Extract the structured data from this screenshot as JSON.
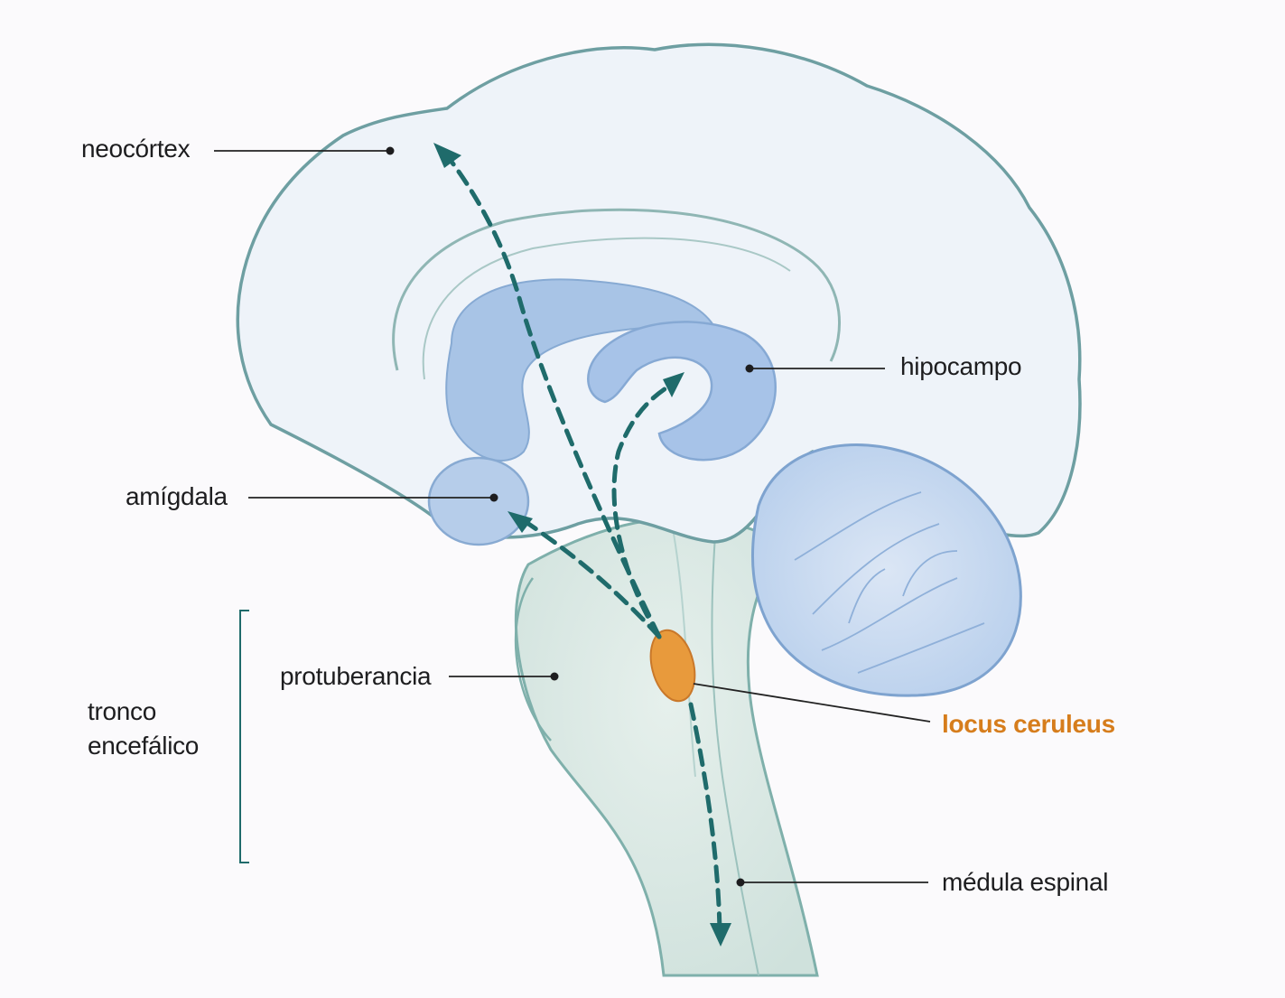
{
  "labels": {
    "neocortex": "neocórtex",
    "hipocampo": "hipocampo",
    "amigdala": "amígdala",
    "protuberancia": "protuberancia",
    "tronco_line1": "tronco",
    "tronco_line2": "encefálico",
    "locus": "locus ceruleus",
    "medula": "médula espinal"
  },
  "colors": {
    "outline": "#6ea3a3",
    "brain_fill": "#eaf0f8",
    "limbic_fill": "#a9c5e8",
    "stem_fill": "#d8e8e4",
    "pathway": "#1f6b6b",
    "locus_fill": "#e89a3c",
    "accent_text": "#d67d1c"
  }
}
